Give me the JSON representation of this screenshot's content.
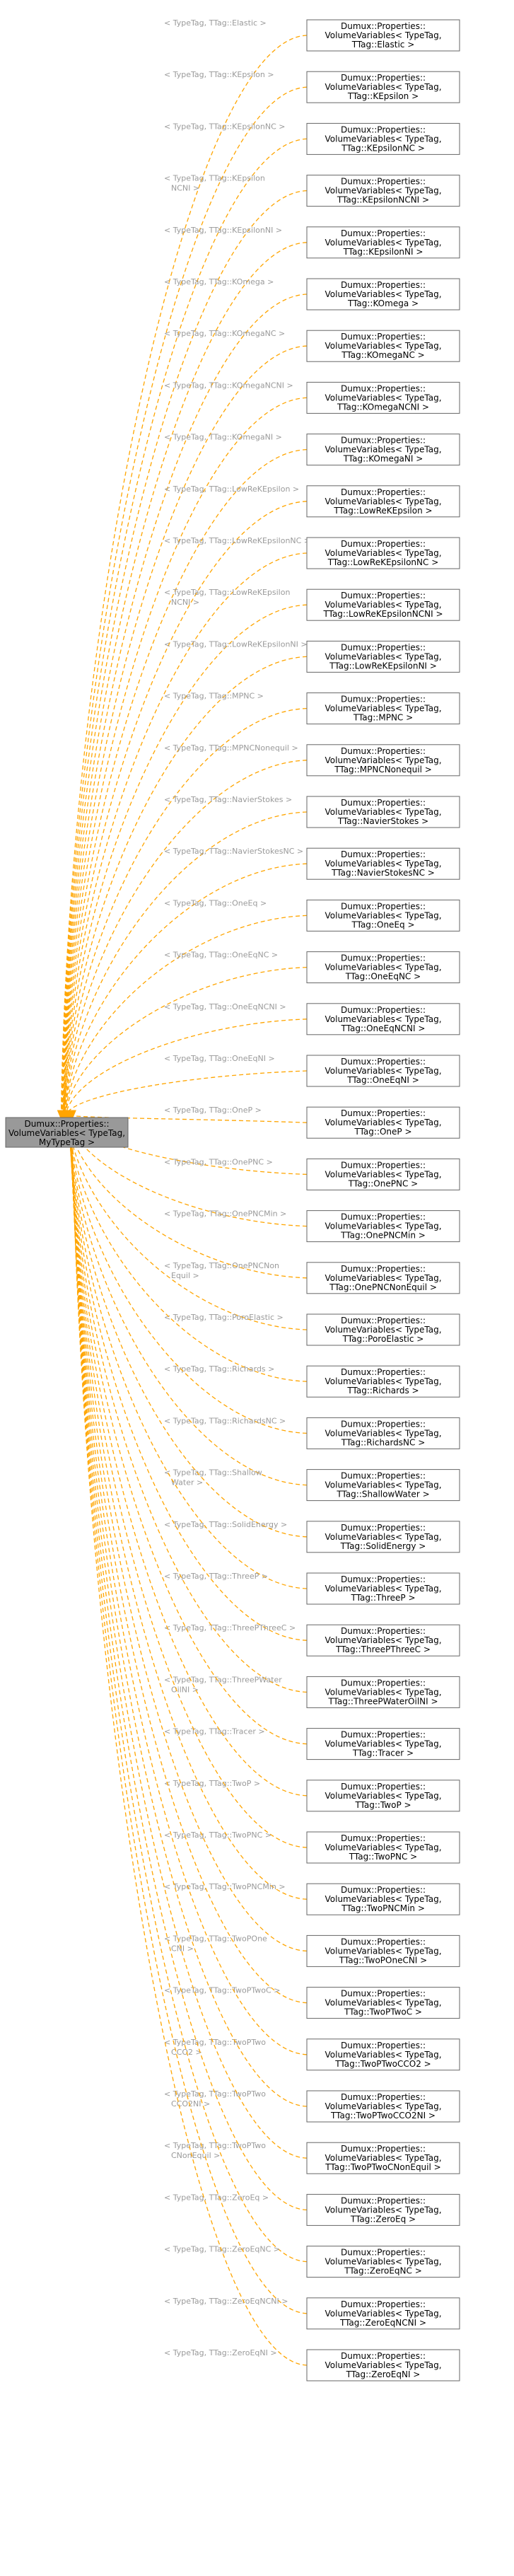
{
  "base": {
    "lines": [
      "Dumux::Properties::",
      "VolumeVariables< TypeTag,",
      "MyTypeTag >"
    ]
  },
  "nodes": [
    {
      "lines": [
        "Dumux::Properties::",
        "VolumeVariables< TypeTag,",
        "TTag::Elastic >"
      ],
      "label": [
        "< TypeTag, TTag::Elastic >"
      ]
    },
    {
      "lines": [
        "Dumux::Properties::",
        "VolumeVariables< TypeTag,",
        "TTag::KEpsilon >"
      ],
      "label": [
        "< TypeTag, TTag::KEpsilon >"
      ]
    },
    {
      "lines": [
        "Dumux::Properties::",
        "VolumeVariables< TypeTag,",
        "TTag::KEpsilonNC >"
      ],
      "label": [
        "< TypeTag, TTag::KEpsilonNC >"
      ]
    },
    {
      "lines": [
        "Dumux::Properties::",
        "VolumeVariables< TypeTag,",
        "TTag::KEpsilonNCNI >"
      ],
      "label": [
        "< TypeTag, TTag::KEpsilon",
        "NCNI >"
      ]
    },
    {
      "lines": [
        "Dumux::Properties::",
        "VolumeVariables< TypeTag,",
        "TTag::KEpsilonNI >"
      ],
      "label": [
        "< TypeTag, TTag::KEpsilonNI >"
      ]
    },
    {
      "lines": [
        "Dumux::Properties::",
        "VolumeVariables< TypeTag,",
        "TTag::KOmega >"
      ],
      "label": [
        "< TypeTag, TTag::KOmega >"
      ]
    },
    {
      "lines": [
        "Dumux::Properties::",
        "VolumeVariables< TypeTag,",
        "TTag::KOmegaNC >"
      ],
      "label": [
        "< TypeTag, TTag::KOmegaNC >"
      ]
    },
    {
      "lines": [
        "Dumux::Properties::",
        "VolumeVariables< TypeTag,",
        "TTag::KOmegaNCNI >"
      ],
      "label": [
        "< TypeTag, TTag::KOmegaNCNI >"
      ]
    },
    {
      "lines": [
        "Dumux::Properties::",
        "VolumeVariables< TypeTag,",
        "TTag::KOmegaNI >"
      ],
      "label": [
        "< TypeTag, TTag::KOmegaNI >"
      ]
    },
    {
      "lines": [
        "Dumux::Properties::",
        "VolumeVariables< TypeTag,",
        "TTag::LowReKEpsilon >"
      ],
      "label": [
        "< TypeTag, TTag::LowReKEpsilon >"
      ]
    },
    {
      "lines": [
        "Dumux::Properties::",
        "VolumeVariables< TypeTag,",
        "TTag::LowReKEpsilonNC >"
      ],
      "label": [
        "< TypeTag, TTag::LowReKEpsilonNC >"
      ]
    },
    {
      "lines": [
        "Dumux::Properties::",
        "VolumeVariables< TypeTag,",
        "TTag::LowReKEpsilonNCNI >"
      ],
      "label": [
        "< TypeTag, TTag::LowReKEpsilon",
        "NCNI >"
      ]
    },
    {
      "lines": [
        "Dumux::Properties::",
        "VolumeVariables< TypeTag,",
        "TTag::LowReKEpsilonNI >"
      ],
      "label": [
        "< TypeTag, TTag::LowReKEpsilonNI >"
      ]
    },
    {
      "lines": [
        "Dumux::Properties::",
        "VolumeVariables< TypeTag,",
        "TTag::MPNC >"
      ],
      "label": [
        "< TypeTag, TTag::MPNC >"
      ]
    },
    {
      "lines": [
        "Dumux::Properties::",
        "VolumeVariables< TypeTag,",
        "TTag::MPNCNonequil >"
      ],
      "label": [
        "< TypeTag, TTag::MPNCNonequil >"
      ]
    },
    {
      "lines": [
        "Dumux::Properties::",
        "VolumeVariables< TypeTag,",
        "TTag::NavierStokes >"
      ],
      "label": [
        "< TypeTag, TTag::NavierStokes >"
      ]
    },
    {
      "lines": [
        "Dumux::Properties::",
        "VolumeVariables< TypeTag,",
        "TTag::NavierStokesNC >"
      ],
      "label": [
        "< TypeTag, TTag::NavierStokesNC >"
      ]
    },
    {
      "lines": [
        "Dumux::Properties::",
        "VolumeVariables< TypeTag,",
        "TTag::OneEq >"
      ],
      "label": [
        "< TypeTag, TTag::OneEq >"
      ]
    },
    {
      "lines": [
        "Dumux::Properties::",
        "VolumeVariables< TypeTag,",
        "TTag::OneEqNC >"
      ],
      "label": [
        "< TypeTag, TTag::OneEqNC >"
      ]
    },
    {
      "lines": [
        "Dumux::Properties::",
        "VolumeVariables< TypeTag,",
        "TTag::OneEqNCNI >"
      ],
      "label": [
        "< TypeTag, TTag::OneEqNCNI >"
      ]
    },
    {
      "lines": [
        "Dumux::Properties::",
        "VolumeVariables< TypeTag,",
        "TTag::OneEqNI >"
      ],
      "label": [
        "< TypeTag, TTag::OneEqNI >"
      ]
    },
    {
      "lines": [
        "Dumux::Properties::",
        "VolumeVariables< TypeTag,",
        "TTag::OneP >"
      ],
      "label": [
        "< TypeTag, TTag::OneP >"
      ]
    },
    {
      "lines": [
        "Dumux::Properties::",
        "VolumeVariables< TypeTag,",
        "TTag::OnePNC >"
      ],
      "label": [
        "< TypeTag, TTag::OnePNC >"
      ]
    },
    {
      "lines": [
        "Dumux::Properties::",
        "VolumeVariables< TypeTag,",
        "TTag::OnePNCMin >"
      ],
      "label": [
        "< TypeTag, TTag::OnePNCMin >"
      ]
    },
    {
      "lines": [
        "Dumux::Properties::",
        "VolumeVariables< TypeTag,",
        "TTag::OnePNCNonEquil >"
      ],
      "label": [
        "< TypeTag, TTag::OnePNCNon",
        "Equil >"
      ]
    },
    {
      "lines": [
        "Dumux::Properties::",
        "VolumeVariables< TypeTag,",
        "TTag::PoroElastic >"
      ],
      "label": [
        "< TypeTag, TTag::PoroElastic >"
      ]
    },
    {
      "lines": [
        "Dumux::Properties::",
        "VolumeVariables< TypeTag,",
        "TTag::Richards >"
      ],
      "label": [
        "< TypeTag, TTag::Richards >"
      ]
    },
    {
      "lines": [
        "Dumux::Properties::",
        "VolumeVariables< TypeTag,",
        "TTag::RichardsNC >"
      ],
      "label": [
        "< TypeTag, TTag::RichardsNC >"
      ]
    },
    {
      "lines": [
        "Dumux::Properties::",
        "VolumeVariables< TypeTag,",
        "TTag::ShallowWater >"
      ],
      "label": [
        "< TypeTag, TTag::Shallow",
        "Water >"
      ]
    },
    {
      "lines": [
        "Dumux::Properties::",
        "VolumeVariables< TypeTag,",
        "TTag::SolidEnergy >"
      ],
      "label": [
        "< TypeTag, TTag::SolidEnergy >"
      ]
    },
    {
      "lines": [
        "Dumux::Properties::",
        "VolumeVariables< TypeTag,",
        "TTag::ThreeP >"
      ],
      "label": [
        "< TypeTag, TTag::ThreeP >"
      ]
    },
    {
      "lines": [
        "Dumux::Properties::",
        "VolumeVariables< TypeTag,",
        "TTag::ThreePThreeC >"
      ],
      "label": [
        "< TypeTag, TTag::ThreePThreeC >"
      ]
    },
    {
      "lines": [
        "Dumux::Properties::",
        "VolumeVariables< TypeTag,",
        "TTag::ThreePWaterOilNI >"
      ],
      "label": [
        "< TypeTag, TTag::ThreePWater",
        "OilNI >"
      ]
    },
    {
      "lines": [
        "Dumux::Properties::",
        "VolumeVariables< TypeTag,",
        "TTag::Tracer >"
      ],
      "label": [
        "< TypeTag, TTag::Tracer >"
      ]
    },
    {
      "lines": [
        "Dumux::Properties::",
        "VolumeVariables< TypeTag,",
        "TTag::TwoP >"
      ],
      "label": [
        "< TypeTag, TTag::TwoP >"
      ]
    },
    {
      "lines": [
        "Dumux::Properties::",
        "VolumeVariables< TypeTag,",
        "TTag::TwoPNC >"
      ],
      "label": [
        "< TypeTag, TTag::TwoPNC >"
      ]
    },
    {
      "lines": [
        "Dumux::Properties::",
        "VolumeVariables< TypeTag,",
        "TTag::TwoPNCMin >"
      ],
      "label": [
        "< TypeTag, TTag::TwoPNCMin >"
      ]
    },
    {
      "lines": [
        "Dumux::Properties::",
        "VolumeVariables< TypeTag,",
        "TTag::TwoPOneCNI >"
      ],
      "label": [
        "< TypeTag, TTag::TwoPOne",
        "CNI >"
      ]
    },
    {
      "lines": [
        "Dumux::Properties::",
        "VolumeVariables< TypeTag,",
        "TTag::TwoPTwoC >"
      ],
      "label": [
        "< TypeTag, TTag::TwoPTwoC >"
      ]
    },
    {
      "lines": [
        "Dumux::Properties::",
        "VolumeVariables< TypeTag,",
        "TTag::TwoPTwoCCO2 >"
      ],
      "label": [
        "< TypeTag, TTag::TwoPTwo",
        "CCO2 >"
      ]
    },
    {
      "lines": [
        "Dumux::Properties::",
        "VolumeVariables< TypeTag,",
        "TTag::TwoPTwoCCO2NI >"
      ],
      "label": [
        "< TypeTag, TTag::TwoPTwo",
        "CCO2NI >"
      ]
    },
    {
      "lines": [
        "Dumux::Properties::",
        "VolumeVariables< TypeTag,",
        "TTag::TwoPTwoCNonEquil >"
      ],
      "label": [
        "< TypeTag, TTag::TwoPTwo",
        "CNonEquil >"
      ]
    },
    {
      "lines": [
        "Dumux::Properties::",
        "VolumeVariables< TypeTag,",
        "TTag::ZeroEq >"
      ],
      "label": [
        "< TypeTag, TTag::ZeroEq >"
      ]
    },
    {
      "lines": [
        "Dumux::Properties::",
        "VolumeVariables< TypeTag,",
        "TTag::ZeroEqNC >"
      ],
      "label": [
        "< TypeTag, TTag::ZeroEqNC >"
      ]
    },
    {
      "lines": [
        "Dumux::Properties::",
        "VolumeVariables< TypeTag,",
        "TTag::ZeroEqNCNI >"
      ],
      "label": [
        "< TypeTag, TTag::ZeroEqNCNI >"
      ]
    },
    {
      "lines": [
        "Dumux::Properties::",
        "VolumeVariables< TypeTag,",
        "TTag::ZeroEqNI >"
      ],
      "label": [
        "< TypeTag, TTag::ZeroEqNI >"
      ]
    }
  ],
  "colors": {
    "edge": "#ffa500",
    "label": "#9a9a9a",
    "base_fill": "#999999",
    "node_border": "#666666"
  }
}
